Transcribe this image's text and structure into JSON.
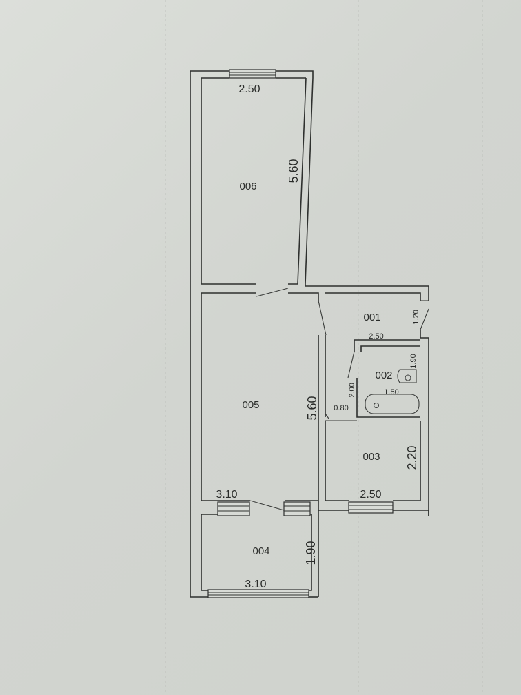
{
  "rooms": {
    "r001": "001",
    "r002": "002",
    "r003": "003",
    "r004": "004",
    "r005": "005",
    "r006": "006"
  },
  "dimensions": {
    "r006_width": "2.50",
    "r006_length": "5.60",
    "r005_length": "5.60",
    "r005_width": "3.10",
    "r004_width": "3.10",
    "r004_length": "1.90",
    "r001_depth": "1.20",
    "r001_width": "2.50",
    "r002_depth": "1.90",
    "r002_height": "2.00",
    "r002_width": "1.50",
    "door_width": "0.80",
    "r003_depth": "2.20",
    "r003_width": "2.50"
  }
}
